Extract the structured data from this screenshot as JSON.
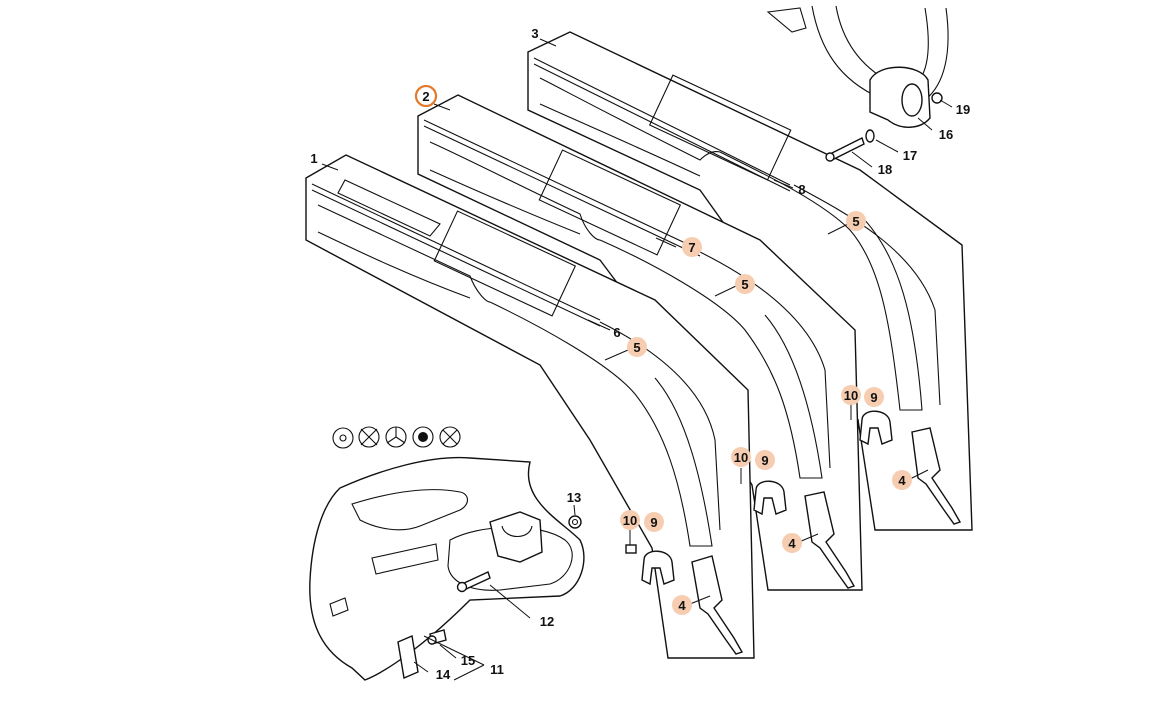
{
  "callouts": [
    {
      "id": "c1",
      "label": "1",
      "highlight": false,
      "selected": false
    },
    {
      "id": "c2",
      "label": "2",
      "highlight": false,
      "selected": true
    },
    {
      "id": "c3",
      "label": "3",
      "highlight": false,
      "selected": false
    },
    {
      "id": "c4a",
      "label": "4",
      "highlight": true,
      "selected": false
    },
    {
      "id": "c4b",
      "label": "4",
      "highlight": true,
      "selected": false
    },
    {
      "id": "c4c",
      "label": "4",
      "highlight": true,
      "selected": false
    },
    {
      "id": "c5a",
      "label": "5",
      "highlight": true,
      "selected": false
    },
    {
      "id": "c5b",
      "label": "5",
      "highlight": true,
      "selected": false
    },
    {
      "id": "c5c",
      "label": "5",
      "highlight": true,
      "selected": false
    },
    {
      "id": "c6",
      "label": "6",
      "highlight": false,
      "selected": false
    },
    {
      "id": "c7",
      "label": "7",
      "highlight": true,
      "selected": false
    },
    {
      "id": "c8",
      "label": "8",
      "highlight": false,
      "selected": false
    },
    {
      "id": "c9a",
      "label": "9",
      "highlight": true,
      "selected": false
    },
    {
      "id": "c9b",
      "label": "9",
      "highlight": true,
      "selected": false
    },
    {
      "id": "c9c",
      "label": "9",
      "highlight": true,
      "selected": false
    },
    {
      "id": "c10a",
      "label": "10",
      "highlight": true,
      "selected": false
    },
    {
      "id": "c10b",
      "label": "10",
      "highlight": true,
      "selected": false
    },
    {
      "id": "c10c",
      "label": "10",
      "highlight": true,
      "selected": false
    },
    {
      "id": "c11",
      "label": "11",
      "highlight": false,
      "selected": false
    },
    {
      "id": "c12",
      "label": "12",
      "highlight": false,
      "selected": false
    },
    {
      "id": "c13",
      "label": "13",
      "highlight": false,
      "selected": false
    },
    {
      "id": "c14",
      "label": "14",
      "highlight": false,
      "selected": false
    },
    {
      "id": "c15",
      "label": "15",
      "highlight": false,
      "selected": false
    },
    {
      "id": "c16",
      "label": "16",
      "highlight": false,
      "selected": false
    },
    {
      "id": "c17",
      "label": "17",
      "highlight": false,
      "selected": false
    },
    {
      "id": "c18",
      "label": "18",
      "highlight": false,
      "selected": false
    },
    {
      "id": "c19",
      "label": "19",
      "highlight": false,
      "selected": false
    }
  ],
  "colors": {
    "highlight_fill": "#f6cdb0",
    "selected_ring": "#e07a2e",
    "line": "#111111",
    "background": "#ffffff"
  },
  "icons": [
    "blade-symbol-icon",
    "brush-knife-icon",
    "three-tooth-blade-icon",
    "grass-blade-icon",
    "eight-tooth-blade-icon"
  ]
}
